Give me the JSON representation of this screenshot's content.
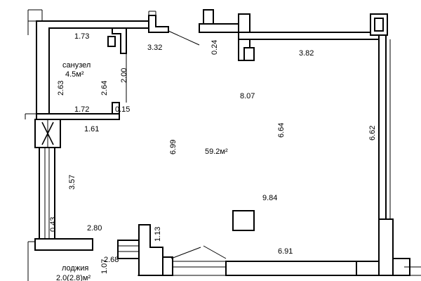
{
  "rooms": {
    "bathroom_name": "санузел",
    "bathroom_area": "4.5м²",
    "main_area": "59.2м²",
    "loggia_name": "лоджия",
    "loggia_area": "2.0(2.8)м²"
  },
  "dimensions": {
    "d1_73": "1.73",
    "d3_32": "3.32",
    "d0_24": "0.24",
    "d3_82": "3.82",
    "d2_63": "2.63",
    "d2_64": "2.64",
    "d2_00": "2.00",
    "d8_07": "8.07",
    "d1_72": "1.72",
    "d0_15": "0.15",
    "d1_61": "1.61",
    "d6_64": "6.64",
    "d6_62": "6.62",
    "d6_99": "6.99",
    "d3_57": "3.57",
    "d9_84": "9.84",
    "d0_43": "0.43",
    "d2_80": "2.80",
    "d1_13": "1.13",
    "d2_68": "2.68",
    "d1_07": "1.07",
    "d6_91": "6.91"
  }
}
